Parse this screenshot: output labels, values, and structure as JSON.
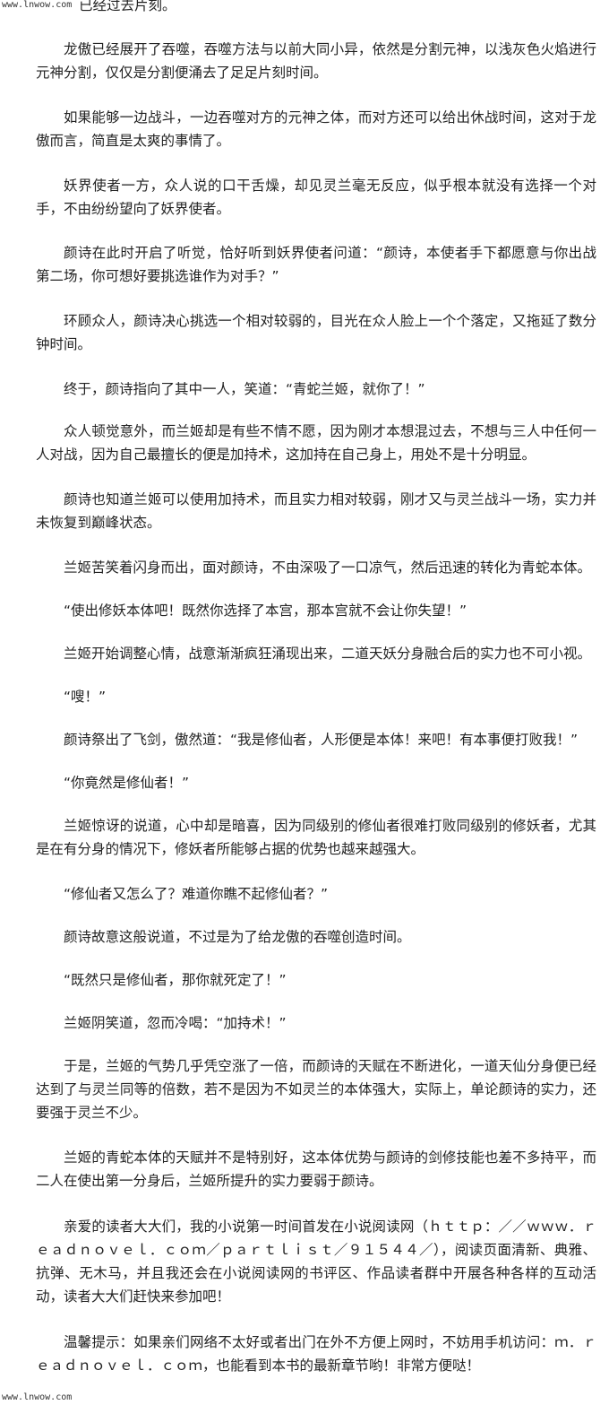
{
  "watermark": {
    "top": "www.lnwow.com",
    "bottom": "www.lnwow.com"
  },
  "first_line": "已经过去片刻。",
  "paragraphs": [
    "龙傲已经展开了吞噬，吞噬方法与以前大同小异，依然是分割元神，以浅灰色火焰进行元神分割，仅仅是分割便涌去了足足片刻时间。",
    "如果能够一边战斗，一边吞噬对方的元神之体，而对方还可以给出休战时间，这对于龙傲而言，简直是太爽的事情了。",
    "妖界使者一方，众人说的口干舌燥，却见灵兰毫无反应，似乎根本就没有选择一个对手，不由纷纷望向了妖界使者。",
    "颜诗在此时开启了听觉，恰好听到妖界使者问道：“颜诗，本使者手下都愿意与你出战第二场，你可想好要挑选谁作为对手？”",
    "环顾众人，颜诗决心挑选一个相对较弱的，目光在众人脸上一个个落定，又拖延了数分钟时间。",
    "终于，颜诗指向了其中一人，笑道：“青蛇兰姬，就你了！”",
    "众人顿觉意外，而兰姬却是有些不情不愿，因为刚才本想混过去，不想与三人中任何一人对战，因为自己最擅长的便是加持术，这加持在自己身上，用处不是十分明显。",
    "颜诗也知道兰姬可以使用加持术，而且实力相对较弱，刚才又与灵兰战斗一场，实力并未恢复到巅峰状态。",
    "兰姬苦笑着闪身而出，面对颜诗，不由深吸了一口凉气，然后迅速的转化为青蛇本体。",
    "“使出修妖本体吧！既然你选择了本宫，那本宫就不会让你失望！”",
    "兰姬开始调整心情，战意渐渐疯狂涌现出来，二道天妖分身融合后的实力也不可小视。",
    "“嗖！”",
    "颜诗祭出了飞剑，傲然道：“我是修仙者，人形便是本体！来吧！有本事便打败我！”",
    "“你竟然是修仙者！”",
    "兰姬惊讶的说道，心中却是暗喜，因为同级别的修仙者很难打败同级别的修妖者，尤其是在有分身的情况下，修妖者所能够占据的优势也越来越强大。",
    "“修仙者又怎么了？难道你瞧不起修仙者？”",
    "颜诗故意这般说道，不过是为了给龙傲的吞噬创造时间。",
    "“既然只是修仙者，那你就死定了！”",
    "兰姬阴笑道，忽而冷喝：“加持术！”",
    "于是，兰姬的气势几乎凭空涨了一倍，而颜诗的天赋在不断进化，一道天仙分身便已经达到了与灵兰同等的倍数，若不是因为不如灵兰的本体强大，实际上，单论颜诗的实力，还要强于灵兰不少。",
    "兰姬的青蛇本体的天赋并不是特别好，这本体优势与颜诗的剑修技能也差不多持平，而二人在使出第一分身后，兰姬所提升的实力要弱于颜诗。",
    "亲爱的读者大大们，我的小说第一时间首发在小说阅读网（ｈｔｔｐ：／／ｗｗｗ．ｒｅａｄｎｏｖｅｌ．ｃｏｍ／ｐａｒｔｌｉｓｔ／９１５４４／），阅读页面清新、典雅、抗弹、无木马，并且我还会在小说阅读网的书评区、作品读者群中开展各种各样的互动活动，读者大大们赶快来参加吧！",
    "温馨提示：如果亲们网络不太好或者出门在外不方便上网时，不妨用手机访问：ｍ．ｒｅａｄｎｏｖｅｌ．ｃｏｍ，也能看到本书的最新章节哟！非常方便哒！"
  ]
}
